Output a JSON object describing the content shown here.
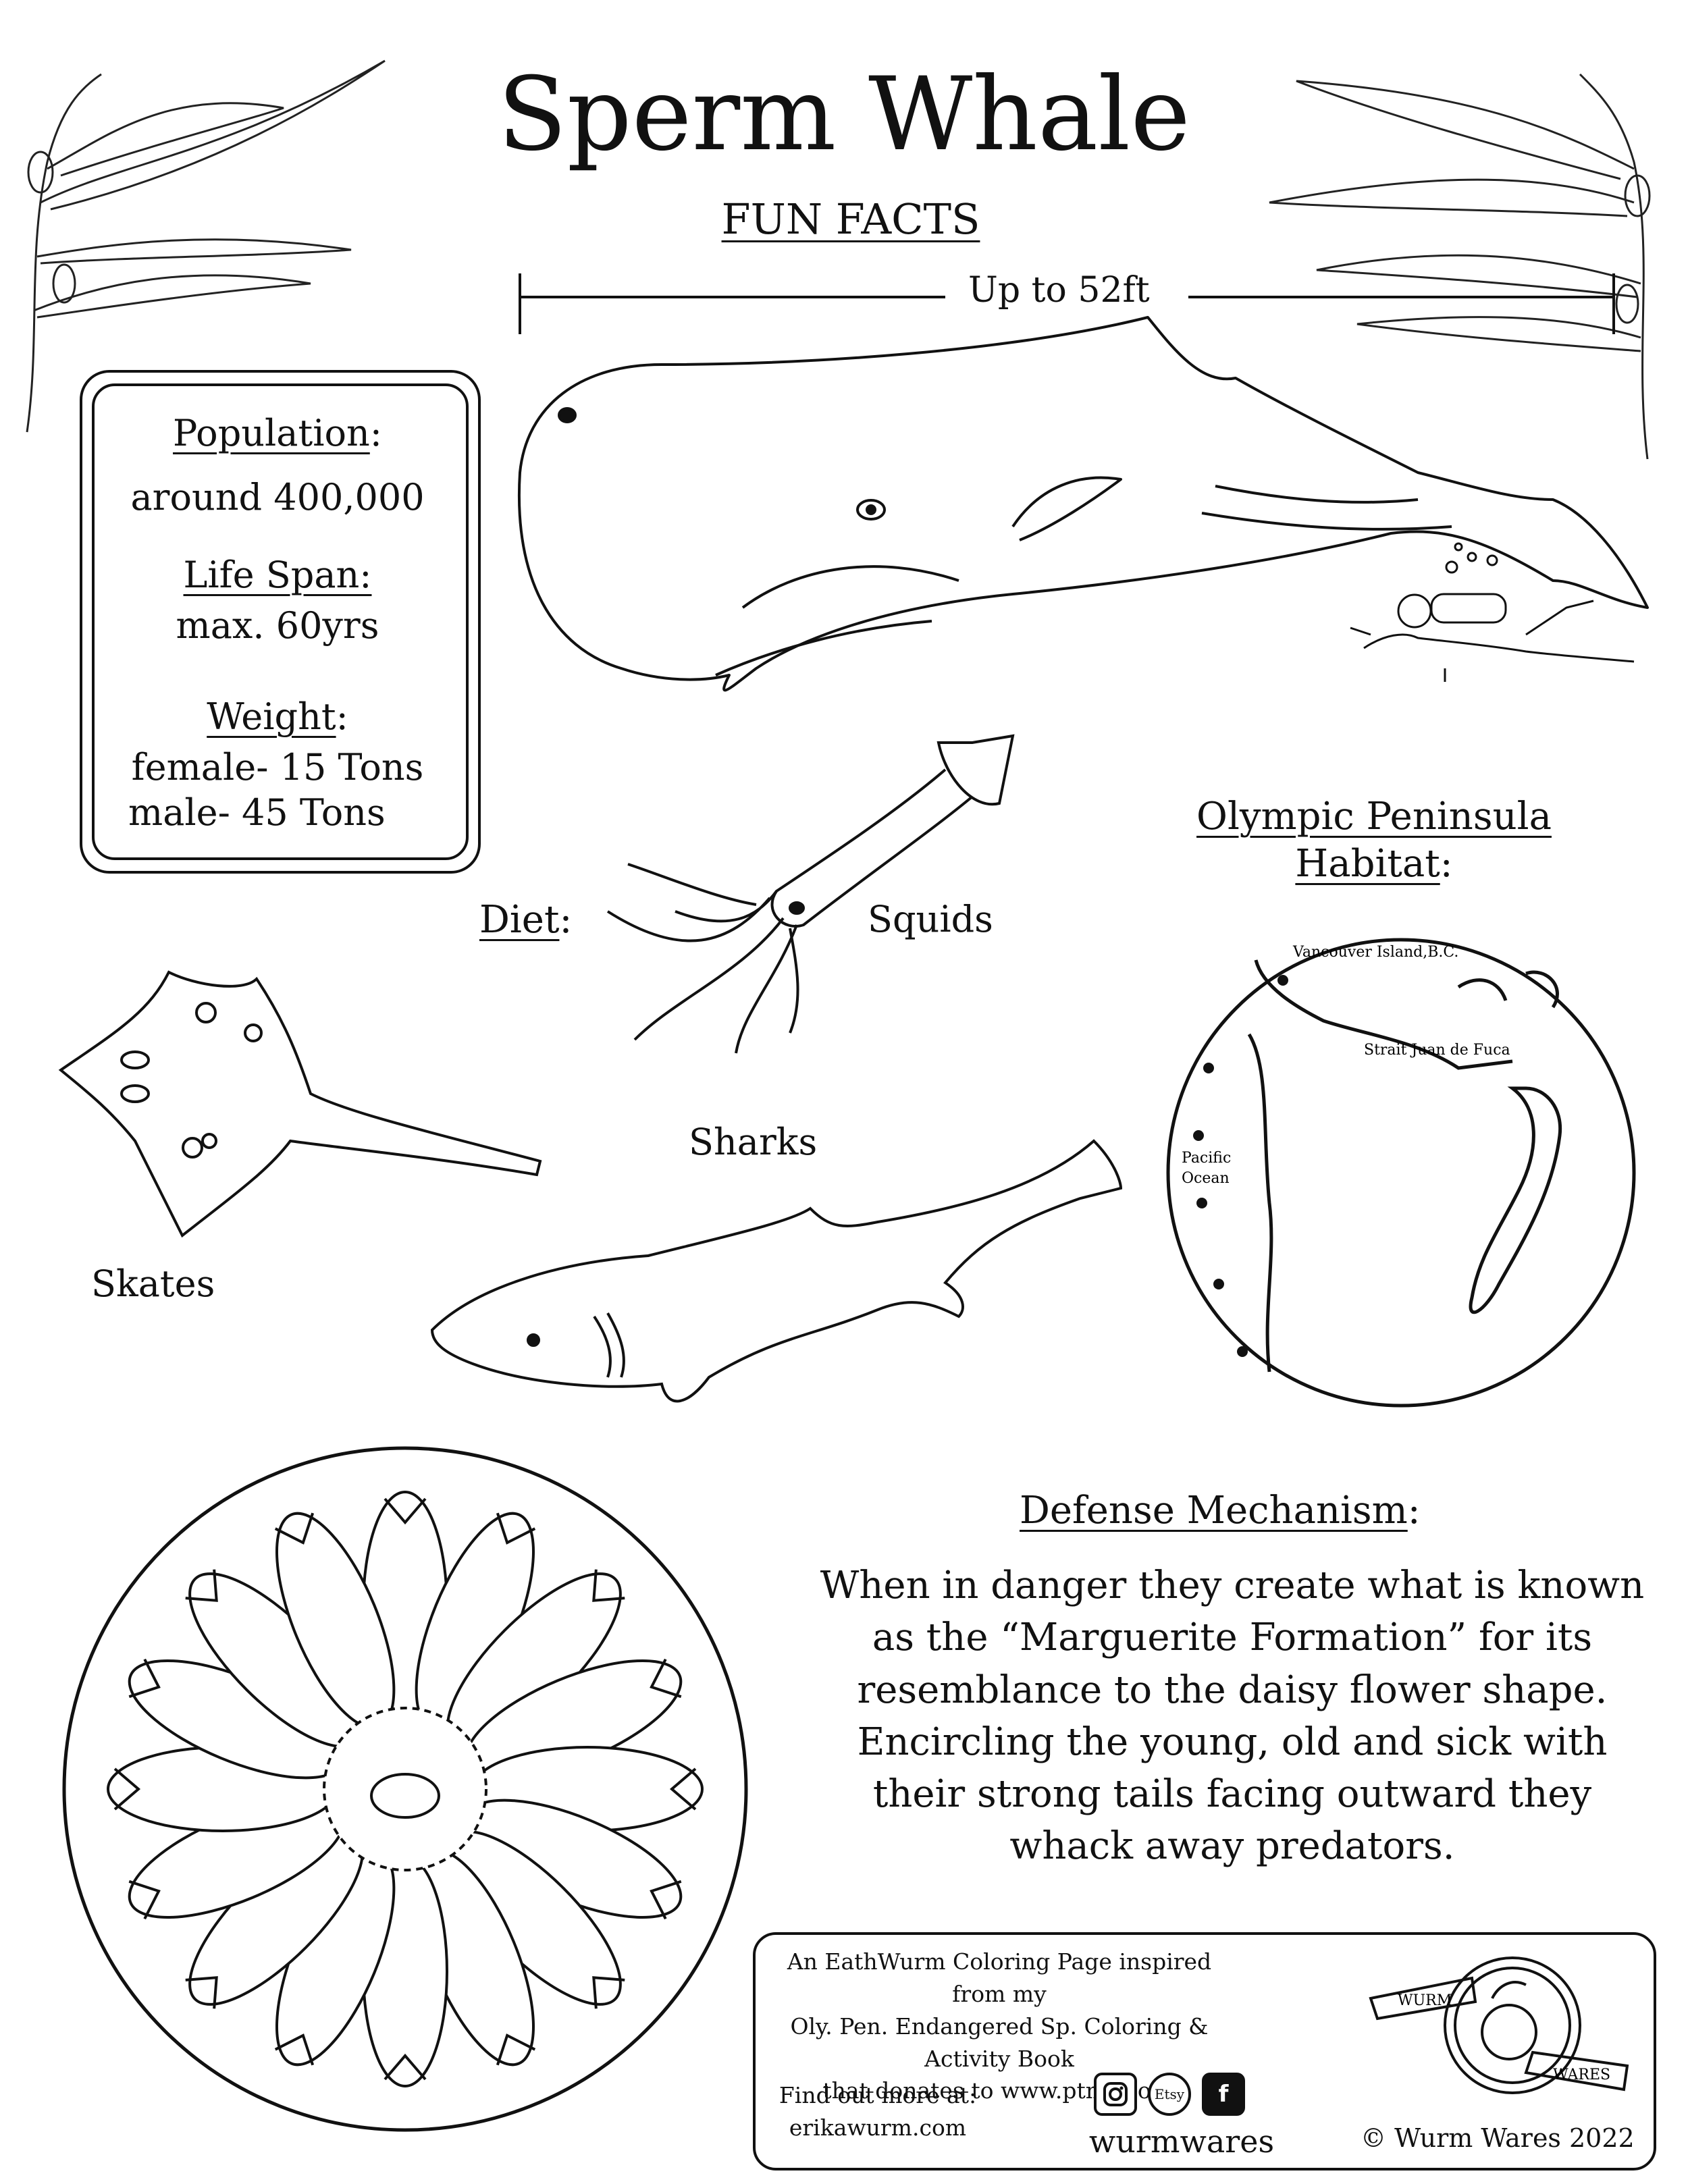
{
  "title": "Sperm Whale",
  "subtitle": "FUN FACTS",
  "length_label": "Up to 52ft",
  "facts": {
    "population_label": "Population",
    "population_colon": ":",
    "population_value": "around 400,000",
    "lifespan_label": "Life Span:",
    "lifespan_value": "max. 60yrs",
    "weight_label": "Weight",
    "weight_colon": ":",
    "weight_female": "female- 15 Tons",
    "weight_male": "male- 45 Tons"
  },
  "diet": {
    "label": "Diet",
    "colon": ":",
    "items": [
      "Squids",
      "Sharks",
      "Skates"
    ]
  },
  "habitat": {
    "title_line1": "Olympic Peninsula",
    "title_line2": "Habitat",
    "colon": ":",
    "map_labels": {
      "vancouver": "Vancouver Island,B.C.",
      "strait": "Strait Juan de Fuca",
      "ocean_line1": "Pacific",
      "ocean_line2": "Ocean"
    }
  },
  "defense": {
    "heading": "Defense Mechanism",
    "colon": ":",
    "text": "When in danger they create what is known as the “Marguerite Formation” for its resemblance to the daisy flower shape. Encircling the young, old and sick with their strong tails facing outward they whack away predators."
  },
  "footer": {
    "credit_line1": "An EathWurm Coloring Page inspired from my",
    "credit_line2": "Oly. Pen. Endangered Sp. Coloring & Activity Book",
    "credit_line3": "that donates to www.ptmsc.org",
    "find_label": "Find out more at:",
    "website": "erikawurm.com",
    "handle": "wurmwares",
    "etsy_label": "Etsy",
    "copyright": "Wurm Wares 2022",
    "logo_text_top": "WURM",
    "logo_text_bottom": "WARES",
    "icons": [
      "instagram-icon",
      "etsy-icon",
      "facebook-icon"
    ]
  }
}
